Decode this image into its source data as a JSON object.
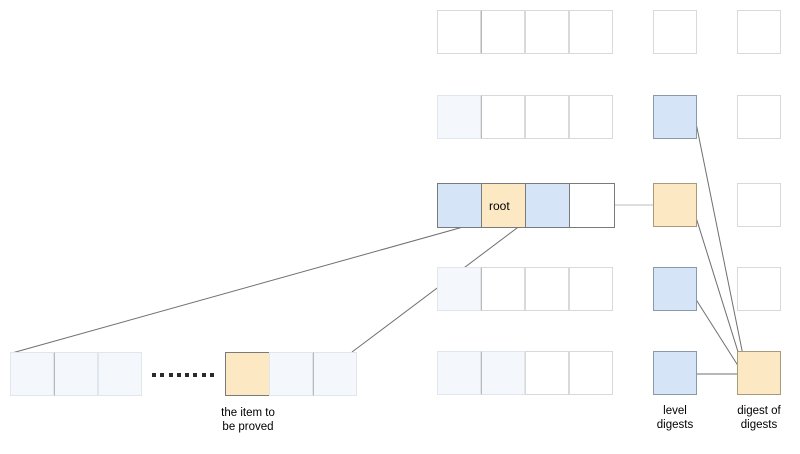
{
  "diagram": {
    "title": "merkle-style level digest proof diagram",
    "colors": {
      "pale_blue": "#f4f8fd",
      "blue": "#d6e4f7",
      "tan": "#fce9c3",
      "white": "#ffffff",
      "light_border": "#d9d9d9",
      "strong_border": "#7a7a7a",
      "line": "#6f6f6f",
      "text": "#000000"
    },
    "labels": {
      "root": "root",
      "item_to_be_proved": "the item to\nbe proved",
      "level_digests": "level\ndigests",
      "digest_of_digests": "digest of\ndigests"
    },
    "levels": [
      {
        "index": 0,
        "name": "level-row-1",
        "cells": [
          "plain",
          "plain",
          "plain",
          "plain"
        ],
        "level_digest": "plain",
        "digest_of_digests": "plain"
      },
      {
        "index": 1,
        "name": "level-row-2",
        "cells": [
          "pale",
          "plain",
          "plain",
          "plain"
        ],
        "level_digest": "blue",
        "digest_of_digests": "plain"
      },
      {
        "index": 2,
        "name": "level-row-3-root",
        "cells": [
          "blue",
          "tan",
          "blue",
          "plain"
        ],
        "root_cell_index": 1,
        "level_digest": "tan",
        "digest_of_digests": "plain"
      },
      {
        "index": 3,
        "name": "level-row-4",
        "cells": [
          "pale",
          "plain",
          "plain",
          "plain"
        ],
        "level_digest": "blue",
        "digest_of_digests": "plain"
      },
      {
        "index": 4,
        "name": "level-row-5",
        "cells": [
          "pale",
          "pale",
          "plain",
          "plain"
        ],
        "level_digest": "blue",
        "digest_of_digests": "tan"
      }
    ],
    "leaf_row": {
      "name": "leaf-row",
      "left_cells": [
        "pale",
        "pale",
        "pale"
      ],
      "gap_ellipsis_dots": 8,
      "right_cells": [
        "tan",
        "pale",
        "pale"
      ],
      "proved_cell_index": 0
    },
    "connectors": [
      {
        "name": "root-to-leaf-left",
        "from": "root-row-left",
        "to": "leaf-row-left-start"
      },
      {
        "name": "root-to-leaf-right",
        "from": "root-cell-right",
        "to": "leaf-row-right-end"
      },
      {
        "name": "root-row-to-level-digest",
        "from": "root-row-right",
        "to": "level-digest-3"
      },
      {
        "name": "level-digest-2-to-dod",
        "from": "level-digest-2",
        "to": "digest-of-digests"
      },
      {
        "name": "level-digest-3-to-dod",
        "from": "level-digest-3",
        "to": "digest-of-digests"
      },
      {
        "name": "level-digest-4-to-dod",
        "from": "level-digest-4",
        "to": "digest-of-digests"
      },
      {
        "name": "level-digest-5-to-dod",
        "from": "level-digest-5",
        "to": "digest-of-digests"
      }
    ]
  }
}
